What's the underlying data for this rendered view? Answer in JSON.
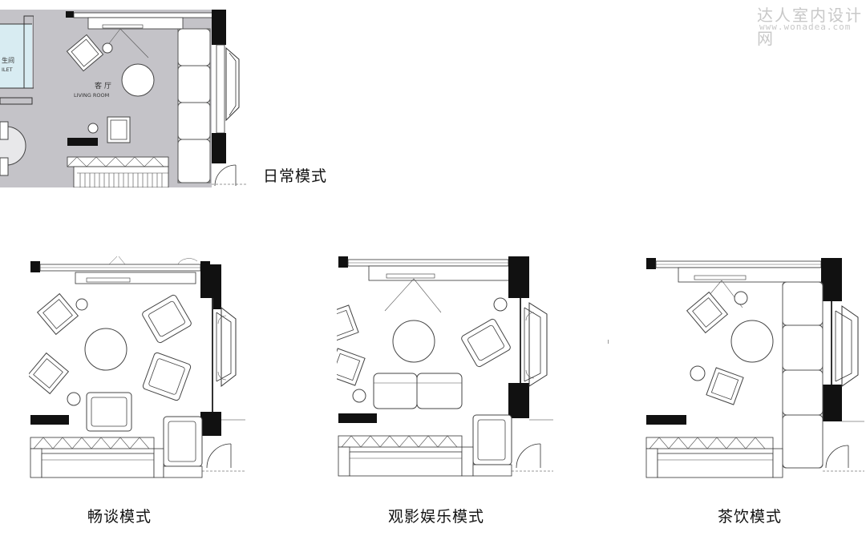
{
  "watermark": {
    "site_name": "达人室内设计网",
    "url": "www.wonadea.com"
  },
  "daily_mode": {
    "caption": "日常模式",
    "room_label_cn": "客 厅",
    "room_label_en": "LIVING ROOM",
    "side_label_cn": "生间",
    "side_label_en": "ILET"
  },
  "chat_mode": {
    "caption": "畅谈模式"
  },
  "movie_mode": {
    "caption": "观影娱乐模式"
  },
  "tea_mode": {
    "caption": "茶饮模式"
  },
  "colors": {
    "floor_gray": "#c4c3c8",
    "wall_black": "#111111",
    "line": "#333333",
    "toilet_blue": "#d8ecf2"
  }
}
